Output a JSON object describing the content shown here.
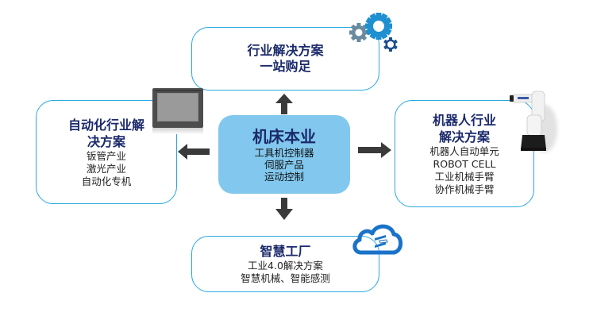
{
  "center": {
    "title": "机床本业",
    "items": [
      "工具机控制器",
      "伺服产品",
      "运动控制"
    ]
  },
  "top": {
    "title_lines": [
      "行业解决方案",
      "一站购足"
    ],
    "icon": "gears-icon"
  },
  "left": {
    "title_lines": [
      "自动化行业解",
      "决方案"
    ],
    "items": [
      "钣管产业",
      "激光产业",
      "自动化专机"
    ],
    "icon": "touch-panel-monitor"
  },
  "right": {
    "title_lines": [
      "机器人行业",
      "解决方案"
    ],
    "items": [
      "机器人自动单元",
      "ROBOT CELL",
      "工业机械手臂",
      "协作机械手臂"
    ],
    "icon": "robot-arm"
  },
  "bottom": {
    "title": "智慧工厂",
    "items": [
      "工业4.0解决方案",
      "智慧机械、智能感测"
    ],
    "icon": "cloud-icon"
  },
  "colors": {
    "border": "#29a9e0",
    "center_fill": "#82c8ee",
    "title_text": "#1b2a6b",
    "arrow": "#3a3a3a",
    "gear_light": "#1e8fd0",
    "gear_grey": "#6a8aa0",
    "gear_dark": "#1d4f8f"
  }
}
